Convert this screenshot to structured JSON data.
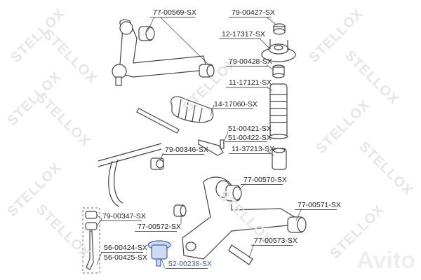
{
  "diagram": {
    "brand_watermark": "STELLOX",
    "corner_watermark": "Avito",
    "highlight_color": "#3b63b5",
    "line_color": "#555555",
    "parts": [
      {
        "id": "p1",
        "label": "77-00569-SX",
        "component": "upper control arm bushing"
      },
      {
        "id": "p2",
        "label": "79-00427-SX",
        "component": "strut top nut bushing"
      },
      {
        "id": "p3",
        "label": "12-17317-SX",
        "component": "strut top mount"
      },
      {
        "id": "p4",
        "label": "79-00428-SX",
        "component": "strut bushing"
      },
      {
        "id": "p5",
        "label": "11-17121-SX",
        "component": "shock absorber dust boot"
      },
      {
        "id": "p6",
        "label": "14-17060-SX",
        "component": "steering rack boot"
      },
      {
        "id": "p7",
        "label": "51-00421-SX",
        "component": "tie rod end"
      },
      {
        "id": "p8",
        "label": "51-00422-SX",
        "component": "tie rod end"
      },
      {
        "id": "p9",
        "label": "11-37213-SX",
        "component": "bump stop"
      },
      {
        "id": "p10",
        "label": "79-00346-SX",
        "component": "stabilizer bar bushing"
      },
      {
        "id": "p11",
        "label": "77-00570-SX",
        "component": "lower control arm bushing"
      },
      {
        "id": "p12",
        "label": "77-00571-SX",
        "component": "lower control arm bushing"
      },
      {
        "id": "p13",
        "label": "79-00347-SX",
        "component": "stabilizer link bushing"
      },
      {
        "id": "p14",
        "label": "77-00572-SX",
        "component": "control arm bushing"
      },
      {
        "id": "p15",
        "label": "77-00573-SX",
        "component": "control arm bushing"
      },
      {
        "id": "p16",
        "label": "56-00424-SX",
        "component": "stabilizer link"
      },
      {
        "id": "p17",
        "label": "56-00425-SX",
        "component": "stabilizer link"
      },
      {
        "id": "p18",
        "label": "52-00238-SX",
        "component": "ball joint",
        "highlighted": true
      }
    ]
  }
}
